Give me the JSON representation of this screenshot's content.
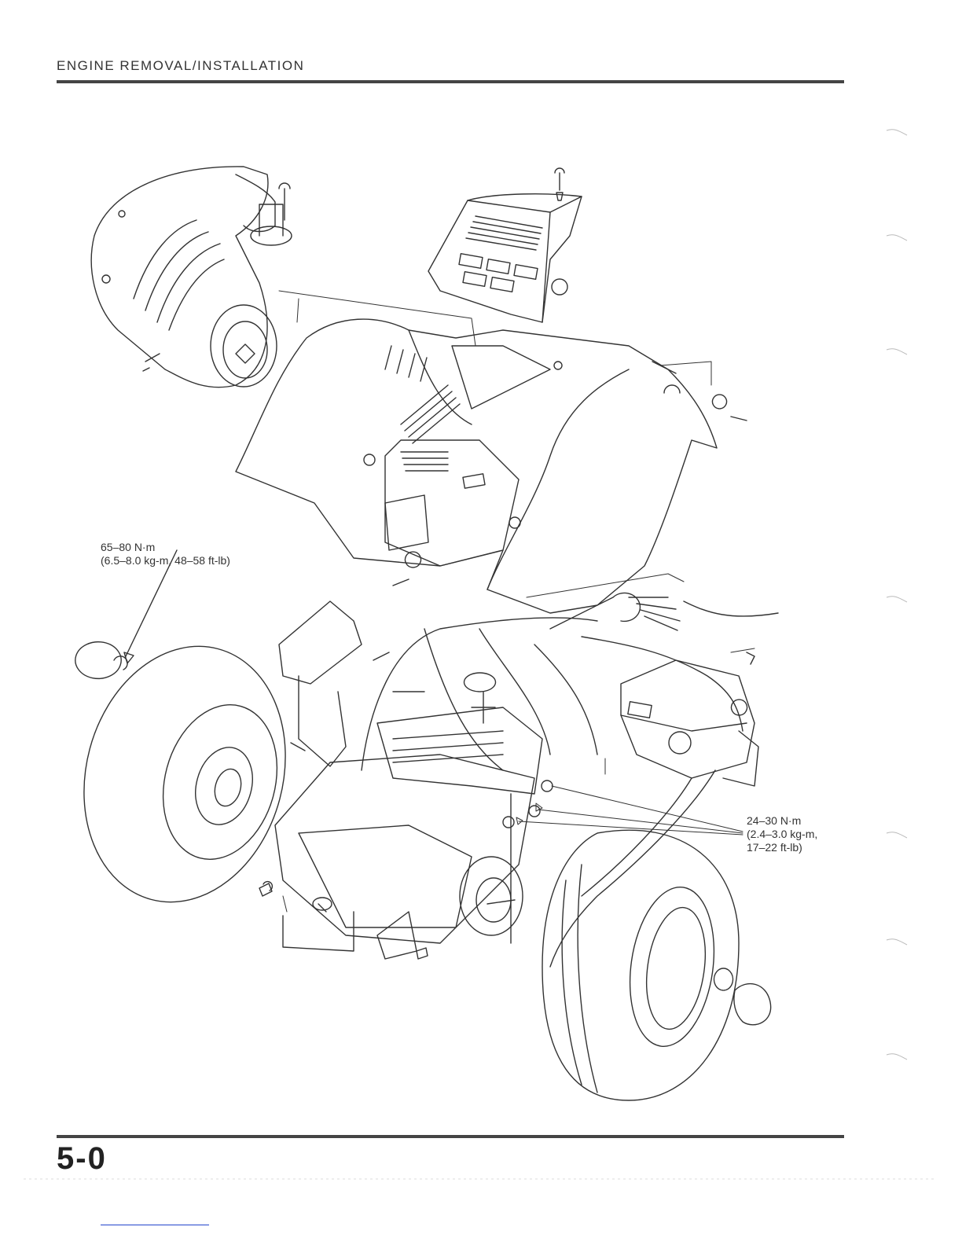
{
  "header": {
    "title": "ENGINE REMOVAL/INSTALLATION"
  },
  "torque_specs": [
    {
      "lines": [
        "65–80 N·m",
        "(6.5–8.0 kg-m, 48–58 ft-lb)"
      ]
    },
    {
      "lines": [
        "24–30 N·m",
        "(2.4–3.0 kg-m,",
        "17–22 ft-lb)"
      ]
    }
  ],
  "footer": {
    "page_number": "5-0"
  }
}
